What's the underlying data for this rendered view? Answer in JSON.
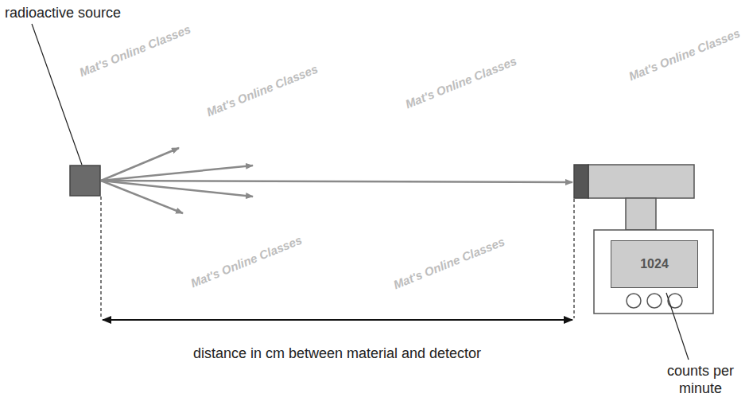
{
  "diagram": {
    "nodes": [
      {
        "text": [
          "1024"
        ]
      }
    ],
    "labels": [
      "radioactive source",
      "distance in cm between material and detector",
      "counts per minute",
      "Mat's Online Classes",
      "Mat's Online Classes",
      "Mat's Online Classes",
      "Mat's Online Classes",
      "Mat's Online Classes",
      "Mat's Online Classes"
    ]
  }
}
